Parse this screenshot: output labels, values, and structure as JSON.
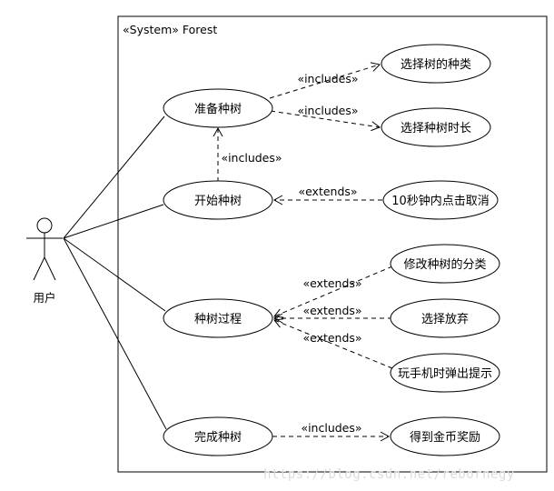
{
  "system": {
    "title": "«System» Forest"
  },
  "actor": {
    "label": "用户"
  },
  "use_cases": {
    "prepare": "准备种树",
    "start": "开始种树",
    "process": "种树过程",
    "finish": "完成种树",
    "choose_type": "选择树的种类",
    "choose_duration": "选择种树时长",
    "cancel": "10秒钟内点击取消",
    "edit_category": "修改种树的分类",
    "give_up": "选择放弃",
    "phone_alert": "玩手机时弹出提示",
    "reward": "得到金币奖励"
  },
  "relations": {
    "prepare_choose_type": "«includes»",
    "prepare_choose_duration": "«includes»",
    "start_prepare": "«includes»",
    "cancel_start": "«extends»",
    "edit_process": "«extends»",
    "giveup_process": "«extends»",
    "alert_process": "«extends»",
    "finish_reward": "«includes»"
  },
  "watermark": "https://blog.csdn.net/rebornegy"
}
